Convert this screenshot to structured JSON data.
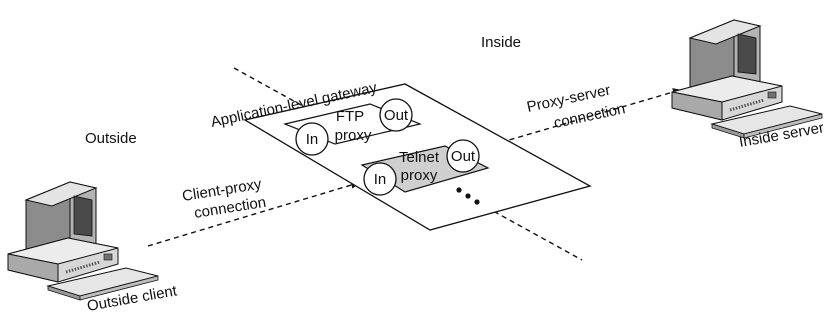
{
  "zones": {
    "inside": "Inside",
    "outside": "Outside"
  },
  "gateway": {
    "label": "Application-level gateway",
    "ftp_proxy": {
      "line1": "FTP",
      "line2": "proxy",
      "in": "In",
      "out": "Out"
    },
    "telnet_proxy": {
      "line1": "Telnet",
      "line2": "proxy",
      "in": "In",
      "out": "Out"
    },
    "more": "•••"
  },
  "connections": {
    "client_proxy": {
      "line1": "Client-proxy",
      "line2": "connection"
    },
    "proxy_server": {
      "line1": "Proxy-server",
      "line2": "connection"
    }
  },
  "hosts": {
    "outside_client": "Outside client",
    "inside_server": "Inside server"
  },
  "colors": {
    "stroke": "#111111",
    "background": "#ffffff",
    "telnet_fill": "#cfcfcf",
    "computer_light": "#e4e4e4",
    "computer_mid": "#b4b4b4",
    "computer_dark": "#8c8c8c",
    "screen": "#4a4a4a"
  }
}
